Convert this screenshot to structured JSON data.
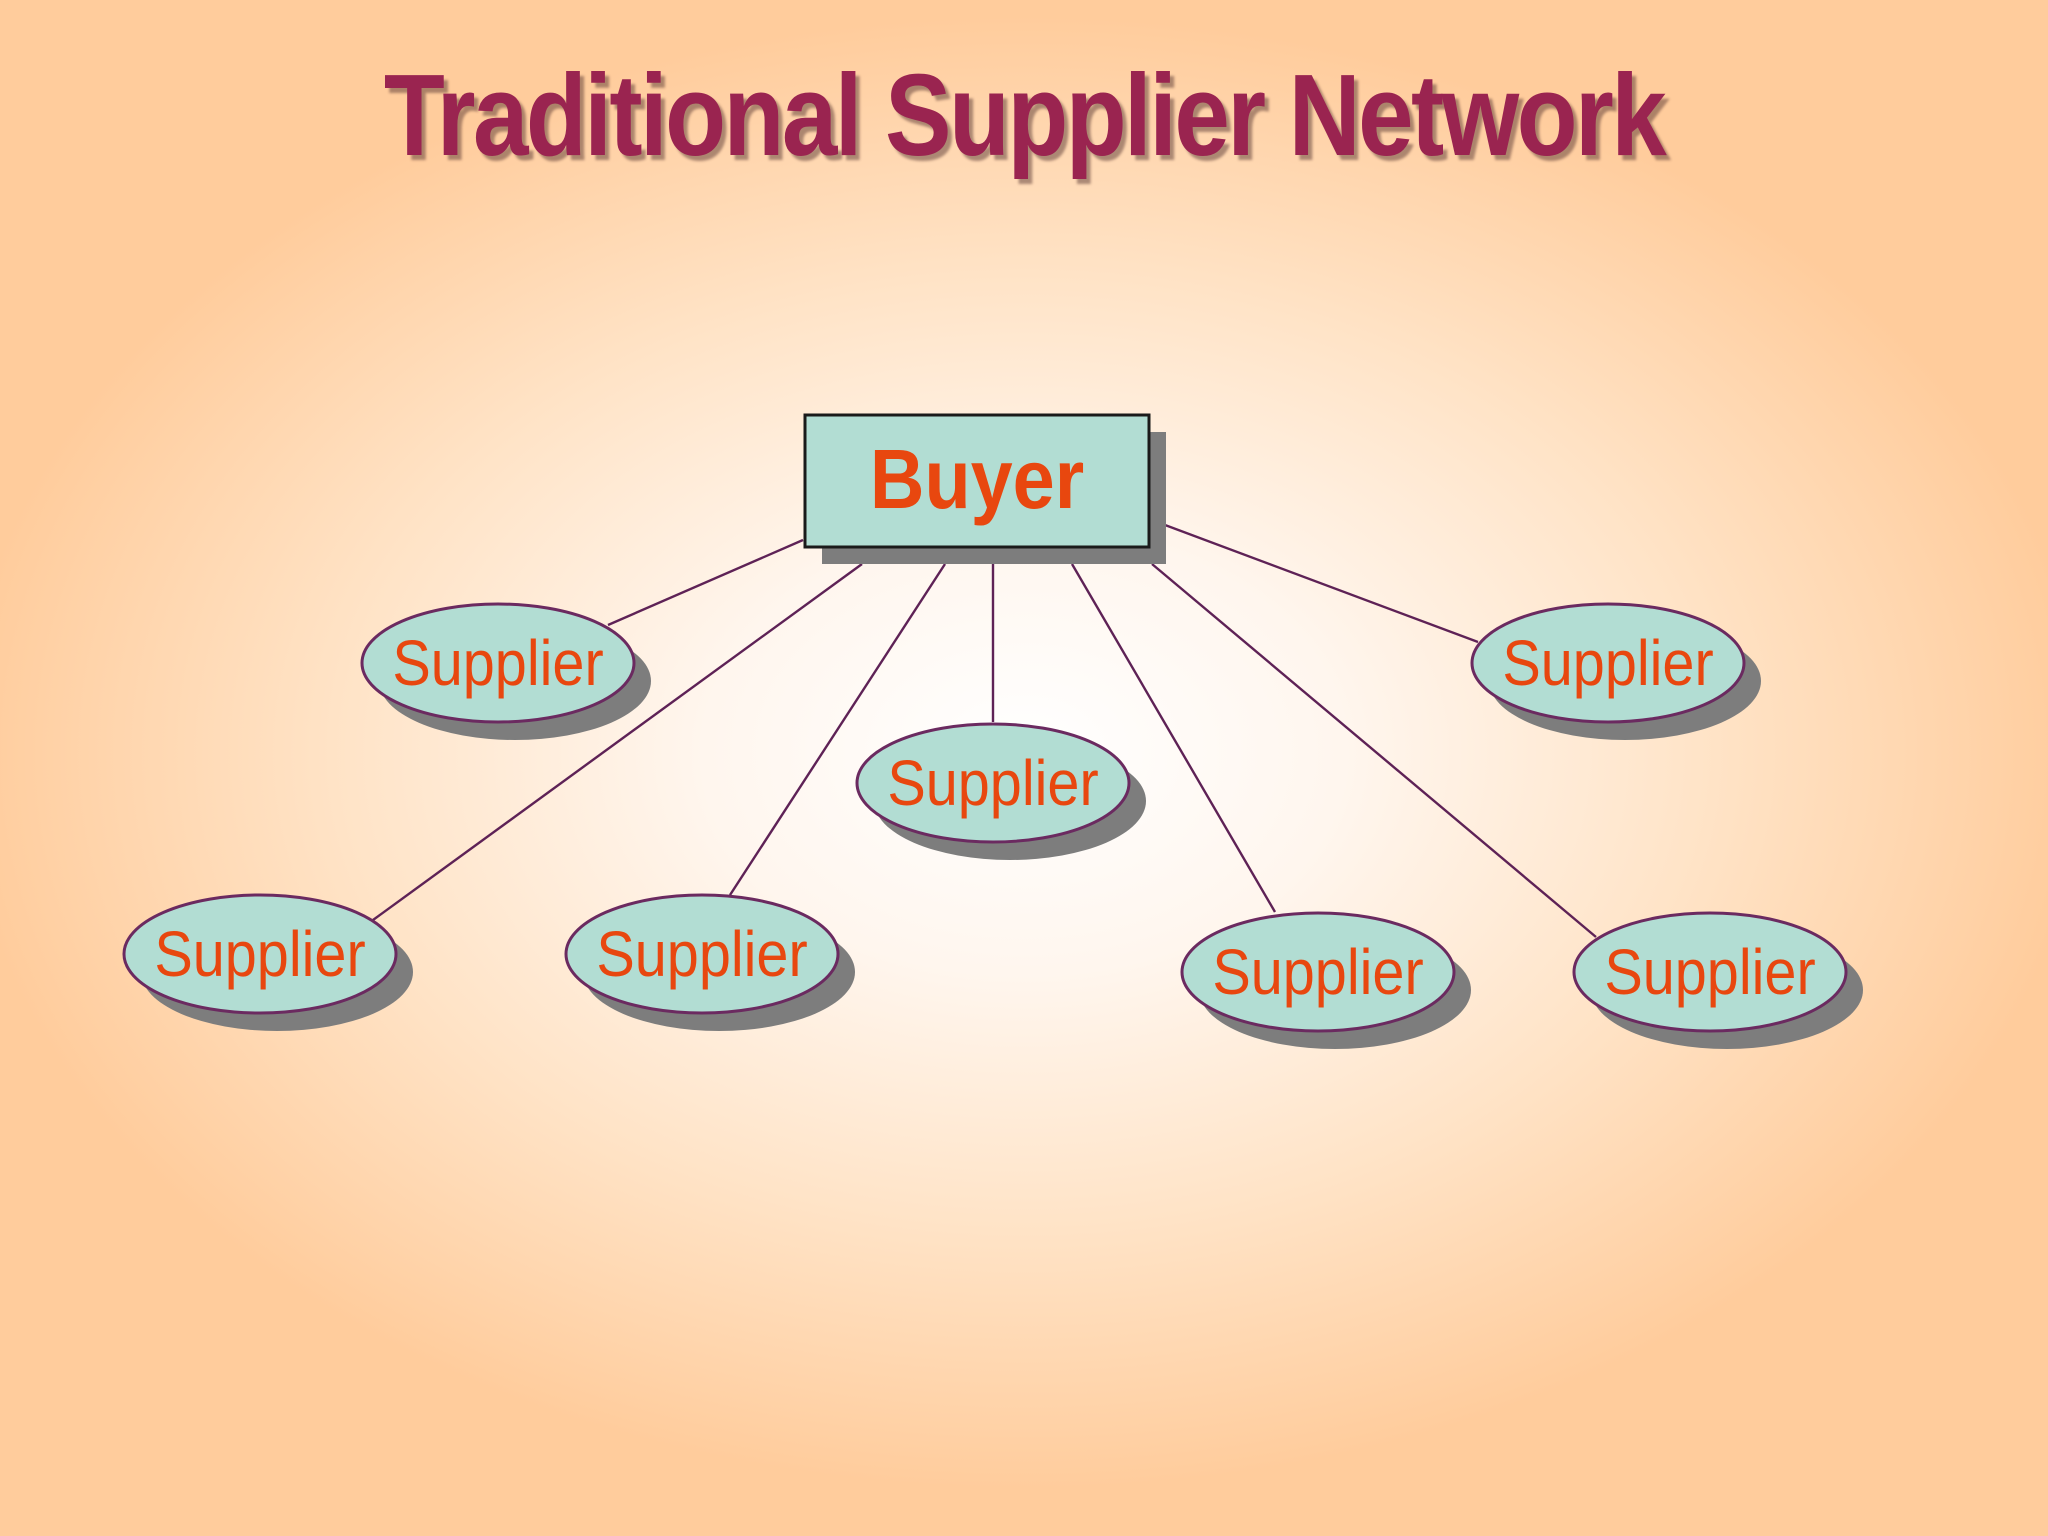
{
  "slide": {
    "title": "Traditional Supplier Network"
  },
  "diagram": {
    "hub": {
      "label": "Buyer"
    },
    "nodes": [
      {
        "label": "Supplier"
      },
      {
        "label": "Supplier"
      },
      {
        "label": "Supplier"
      },
      {
        "label": "Supplier"
      },
      {
        "label": "Supplier"
      },
      {
        "label": "Supplier"
      },
      {
        "label": "Supplier"
      }
    ],
    "colors": {
      "title": "#9a2450",
      "label": "#e8470f",
      "shape_fill": "#b2ddd3",
      "ellipse_stroke": "#6b2a60",
      "connector": "#5e2256",
      "shadow": "#7d7d7d"
    }
  }
}
